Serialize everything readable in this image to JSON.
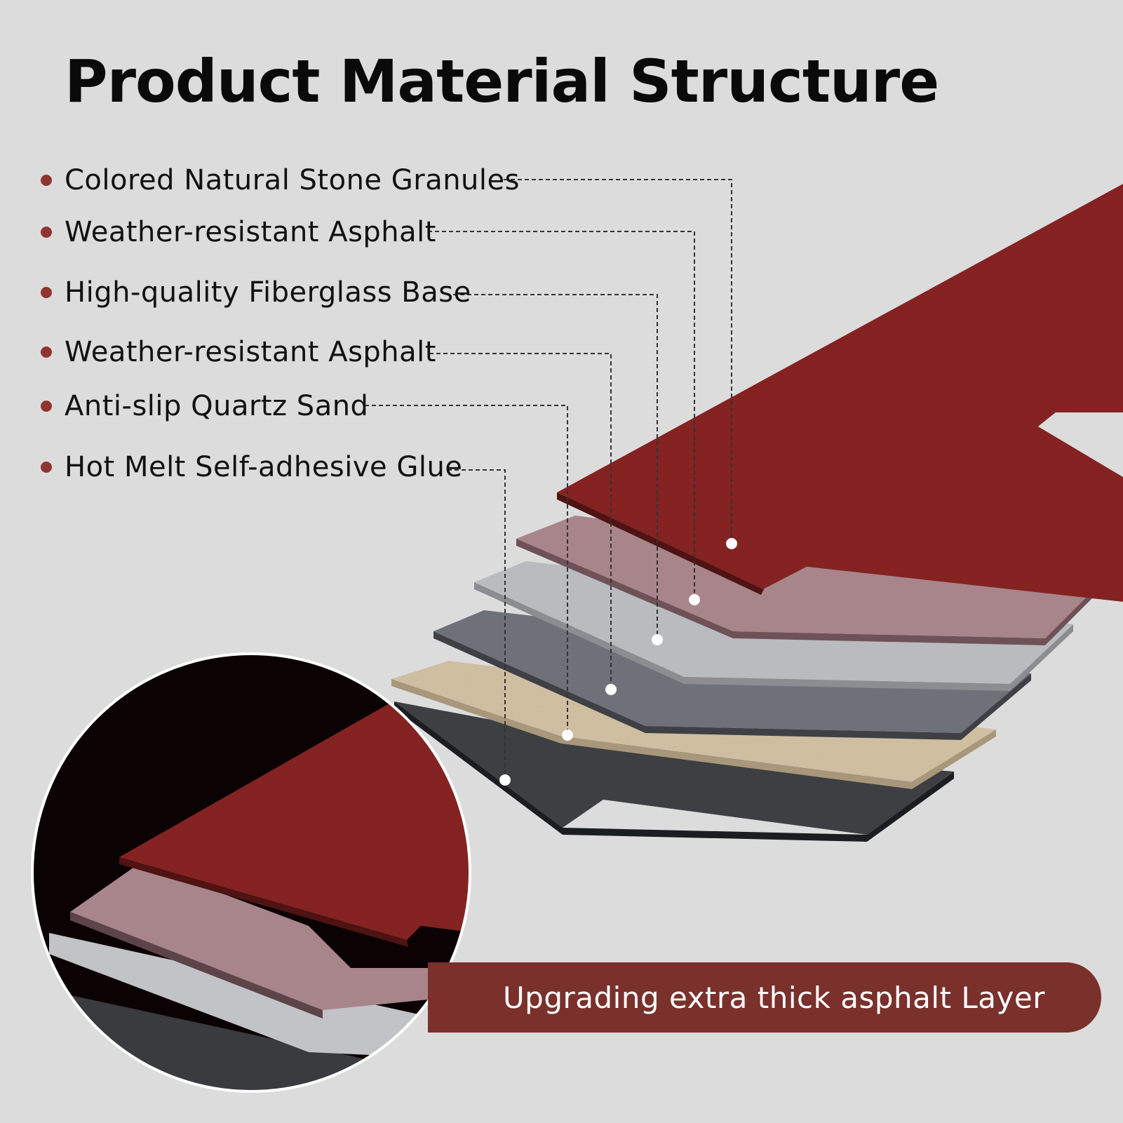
{
  "title": "Product Material Structure",
  "layers": [
    {
      "label": "Colored Natural Stone Granules",
      "color": "#8a2523"
    },
    {
      "label": "Weather-resistant Asphalt",
      "color": "#a7858a"
    },
    {
      "label": "High-quality Fiberglass Base",
      "color": "#b9bbbe"
    },
    {
      "label": "Weather-resistant Asphalt",
      "color": "#6e7178"
    },
    {
      "label": "Anti-slip Quartz Sand",
      "color": "#d7c6a7"
    },
    {
      "label": "Hot Melt Self-adhesive Glue",
      "color": "#3d3f43"
    }
  ],
  "banner": {
    "text": "Upgrading extra thick asphalt Layer"
  },
  "colors": {
    "background": "#dcdcdc",
    "accent": "#8f3530",
    "banner": "#7a302b",
    "zoom_background": "#0b0203"
  }
}
